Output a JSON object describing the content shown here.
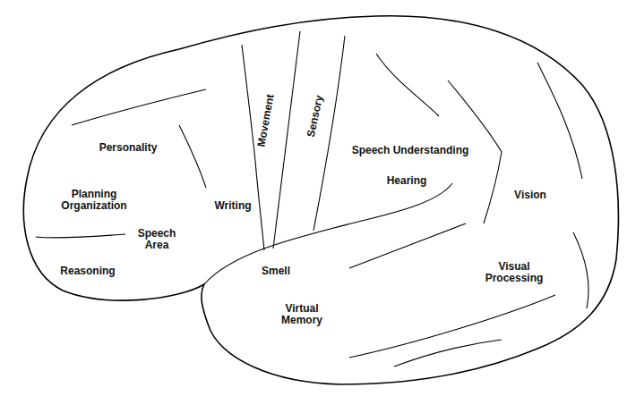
{
  "diagram": {
    "labels": [
      "Personality",
      "Planning Organization",
      "Speech Area",
      "Reasoning",
      "Writing",
      "Movement",
      "Sensory",
      "Speech Understanding",
      "Hearing",
      "Vision",
      "Visual Processing",
      "Smell",
      "Virtual Memory"
    ]
  }
}
